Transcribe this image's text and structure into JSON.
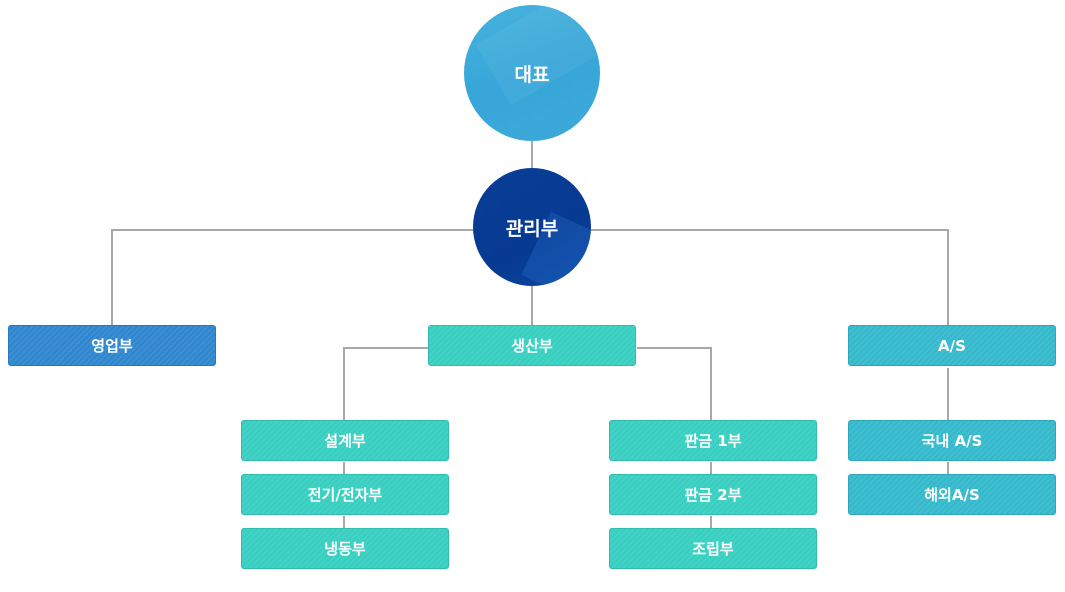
{
  "org": {
    "ceo": "대표",
    "management": "관리부",
    "sales": "영업부",
    "production": "생산부",
    "service": "A/S",
    "production_left": [
      "설계부",
      "전기/전자부",
      "냉동부"
    ],
    "production_right": [
      "판금 1부",
      "판금 2부",
      "조립부"
    ],
    "service_children": [
      "국내 A/S",
      "해외A/S"
    ]
  }
}
